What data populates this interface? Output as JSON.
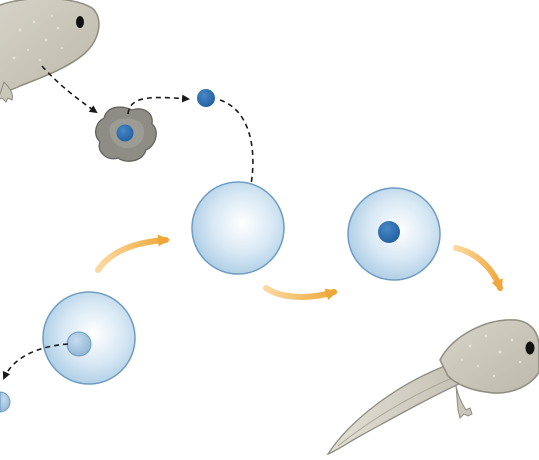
{
  "diagram": {
    "type": "nuclear-transfer-cloning-illustration",
    "labels": [],
    "colors": {
      "background": "#ffffff",
      "cell_fill_edge": "#a9cbe4",
      "cell_stroke": "#6e9cc2",
      "nucleus_blue": "#1f5fa1",
      "donor_cell_gray": "#8d8d86",
      "organism_skin": "#c9c6ba",
      "organism_outline": "#8f8c80",
      "flow_arrow_orange": "#f0a73a",
      "dashed_path": "#1a1a1a"
    },
    "nodes": [
      {
        "id": "donor-adult-tadpole",
        "icon": "tadpole-icon"
      },
      {
        "id": "donor-body-cell",
        "icon": "somatic-cell-icon"
      },
      {
        "id": "extracted-nucleus",
        "icon": "nucleus-icon"
      },
      {
        "id": "unfertilized-egg",
        "icon": "egg-cell-icon"
      },
      {
        "id": "enucleated-egg",
        "icon": "egg-cell-icon"
      },
      {
        "id": "reconstructed-egg",
        "icon": "egg-cell-icon"
      },
      {
        "id": "cloned-tadpole",
        "icon": "tadpole-icon"
      }
    ],
    "edges": [
      {
        "from": "donor-adult-tadpole",
        "to": "donor-body-cell",
        "style": "dashed-arrow"
      },
      {
        "from": "donor-body-cell",
        "to": "extracted-nucleus",
        "style": "dashed-arrow"
      },
      {
        "from": "extracted-nucleus",
        "to": "enucleated-egg",
        "style": "dashed-arrow"
      },
      {
        "from": "unfertilized-egg",
        "to": "offscreen-left",
        "style": "dashed-arrow"
      },
      {
        "from": "unfertilized-egg",
        "to": "enucleated-egg",
        "style": "orange-arrow"
      },
      {
        "from": "enucleated-egg",
        "to": "reconstructed-egg",
        "style": "orange-arrow"
      },
      {
        "from": "reconstructed-egg",
        "to": "cloned-tadpole",
        "style": "orange-arrow"
      }
    ]
  }
}
